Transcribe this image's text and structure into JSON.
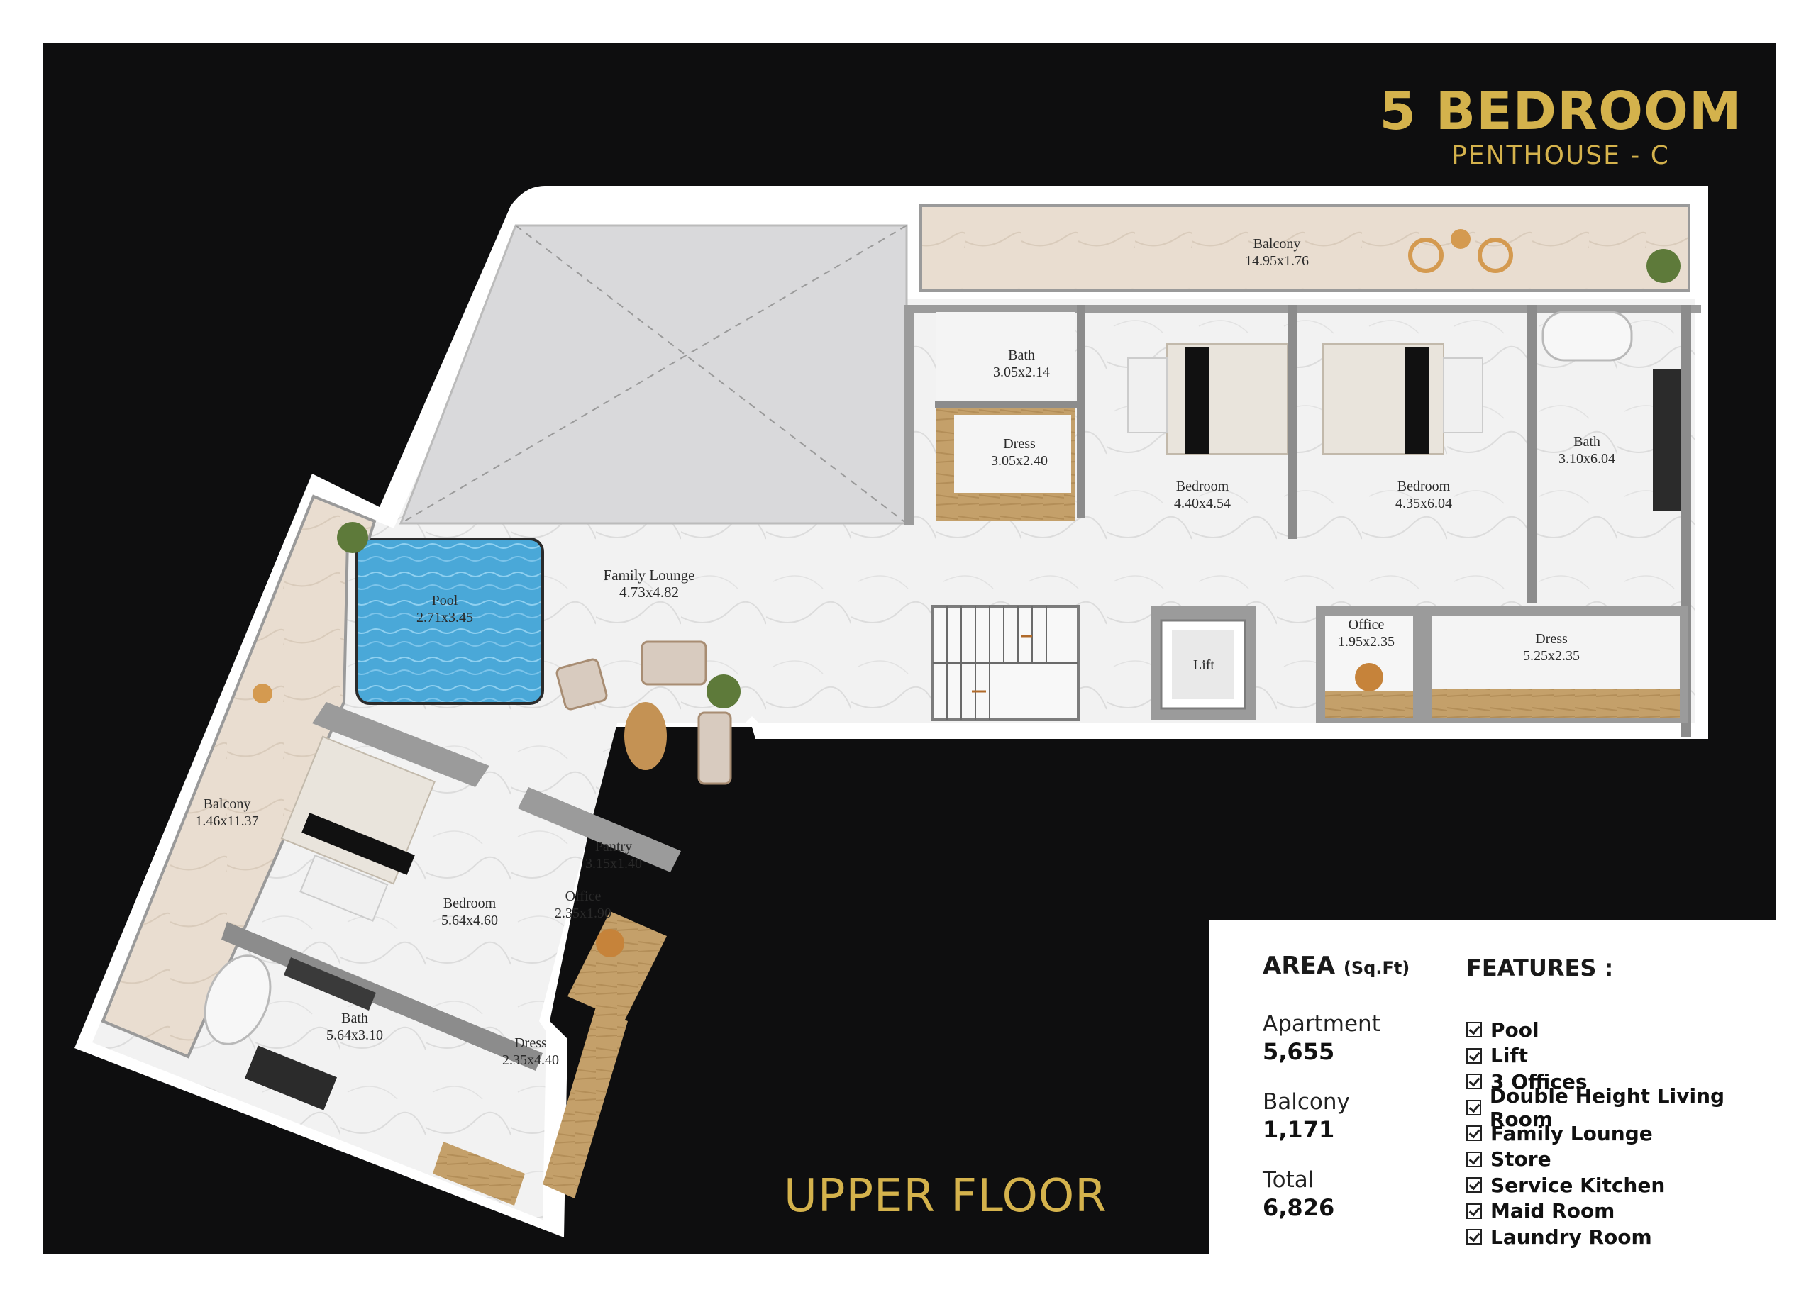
{
  "title": {
    "main": "5 BEDROOM",
    "sub": "PENTHOUSE - C"
  },
  "floor_label": "UPPER FLOOR",
  "colors": {
    "background": "#0e0e0f",
    "accent_gold": "#d4b24c",
    "pool": "#4aa8d8"
  },
  "rooms": {
    "balcony_top": {
      "name": "Balcony",
      "size": "14.95x1.76"
    },
    "bath_1": {
      "name": "Bath",
      "size": "3.05x2.14"
    },
    "dress_1": {
      "name": "Dress",
      "size": "3.05x2.40"
    },
    "bedroom_1": {
      "name": "Bedroom",
      "size": "4.40x4.54"
    },
    "bedroom_2": {
      "name": "Bedroom",
      "size": "4.35x6.04"
    },
    "bath_2": {
      "name": "Bath",
      "size": "3.10x6.04"
    },
    "family_lounge": {
      "name": "Family Lounge",
      "size": "4.73x4.82"
    },
    "pool": {
      "name": "Pool",
      "size": "2.71x3.45"
    },
    "office_1": {
      "name": "Office",
      "size": "1.95x2.35"
    },
    "lift": {
      "name": "Lift"
    },
    "dress_2": {
      "name": "Dress",
      "size": "5.25x2.35"
    },
    "balcony_side": {
      "name": "Balcony",
      "size": "1.46x11.37"
    },
    "pantry": {
      "name": "Pantry",
      "size": "3.15x1.40"
    },
    "office_2": {
      "name": "Office",
      "size": "2.35x1.90"
    },
    "bedroom_3": {
      "name": "Bedroom",
      "size": "5.64x4.60"
    },
    "bath_3": {
      "name": "Bath",
      "size": "5.64x3.10"
    },
    "dress_3": {
      "name": "Dress",
      "size": "2.35x4.40"
    }
  },
  "area": {
    "title": "AREA",
    "unit": "(Sq.Ft)",
    "items": [
      {
        "label": "Apartment",
        "value": "5,655"
      },
      {
        "label": "Balcony",
        "value": "1,171"
      },
      {
        "label": "Total",
        "value": "6,826"
      }
    ]
  },
  "features": {
    "title": "FEATURES :",
    "items": [
      "Pool",
      "Lift",
      "3 Offices",
      "Double Height Living Room",
      "Family Lounge",
      "Store",
      "Service Kitchen",
      "Maid Room",
      "Laundry Room"
    ]
  }
}
